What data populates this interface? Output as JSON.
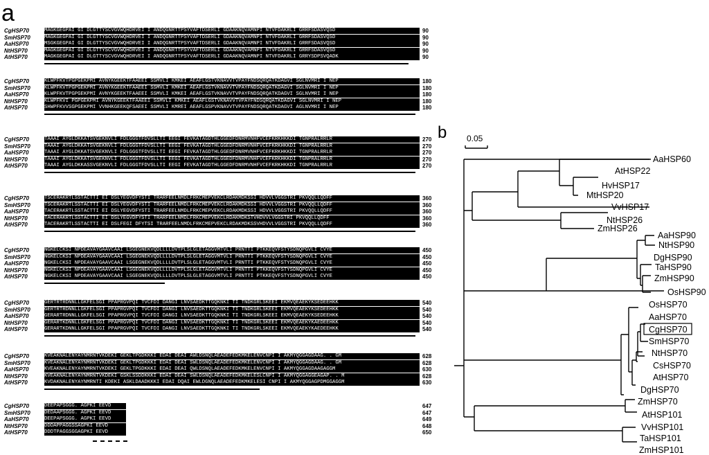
{
  "panels": {
    "a": "a",
    "b": "b"
  },
  "alignment": {
    "blocks": [
      {
        "rows": [
          {
            "name": "CgHSP70",
            "seq": "MAGKGEGPAI GI DLGTTYSCVGVWQHDRVEI I ANDQGNRTTPSYVAFTDSERLI GDAAKNQVAMNPI NTVFDAKRLI GRRFSDASVQSD",
            "num": "90"
          },
          {
            "name": "SmHSP70",
            "seq": "MAGKGEGPAI GI DLGTTYSCVGVWQHDRVEI I ANDQGNRTTPSYVAFTDSERLI GDAAKNQVAMNPI NTVFDAKRLI GRRFSDASVQSD",
            "num": "90"
          },
          {
            "name": "AaHSP70",
            "seq": "MSGKGEGPAI GI DLGTTYSCVGVWQHDRVEI I ANDQGNRTTPSYVAFTDSERLI GDAAKNQVAMNPI NTVFDAKRLI GRRFSDASVQSD",
            "num": "90"
          },
          {
            "name": "NtHSP70",
            "seq": "MAGKGEGPAI GI DLGTTYSCVGVWQHDRVEI I ANDQGNRTTPSYVAFTDSERLI GDAAKNQVAMNPI NTVFDAKRLI GRRFSDASVQSD",
            "num": "90"
          },
          {
            "name": "AtHSP70",
            "seq": "MAGKGEGPAI GI DLGTTYSCVGVWQHDRVEI I ANDQGNRTTPSYVAFTDSERLI GDAAKNQVAMNPI NTVFDAKRLI GRRYSDPSVQADK",
            "num": "90"
          }
        ]
      },
      {
        "rows": [
          {
            "name": "CgHSP70",
            "seq": "KLWPFKVTPGPGEKPMI AVNYKGEEKTFAAEEI SSMVLI KMKEI AEAFLGSTVKNAVVTVPAYFNDSQRQATKDAGVI SGLNVMRI I NEP",
            "num": "180"
          },
          {
            "name": "SmHSP70",
            "seq": "KLWPFKVTPGPGEKPMI AVNYKGEEKTFAAEEI SSMVLI KMKEI AEAFLGSTVKNAVVTVPAYFNDSQRQATKDAGVI SGLNVMRI I NEP",
            "num": "180"
          },
          {
            "name": "AaHSP70",
            "seq": "KLWPFKVTPGPGEKPMI AVNYKGEEKTFAAEEI SSMVLI KMKEI AEAFLGSTVKNAVVTVPAYFNDSQRQATKDAGVI SGLNVMRI I NEP",
            "num": "180"
          },
          {
            "name": "NtHSP70",
            "seq": "KLWPFKVI PGPGEKPMI AVNYKGEEKTFAAEEI SSMVLI KMKEI AEAFLGSTVKNAVVTVPAYFNDSQRQATKDAGVI SGLNVMRI I NEP",
            "num": "180"
          },
          {
            "name": "AtHSP70",
            "seq": "SHWPFKVVSGPGEKPMI VVNHKGEEKQFSAEEI SSMVLI KMREI AEAFLGSPVKNAVVTVPAYFNDSQRQATKDAGVI AGLNVMRI I NEP",
            "num": "180"
          }
        ]
      },
      {
        "rows": [
          {
            "name": "CgHSP70",
            "seq": "TAAAI AYGLDKKATSVGEKNVLI FDLGGGTFDVSLLTI EEGI FEVKATAGDTHLGGEDFDNRMVNHFVCEFKRKHKKDI TGNPRALRRLR",
            "num": "270"
          },
          {
            "name": "SmHSP70",
            "seq": "TAAAI AYGLDKKATSVGEKNVLI FDLGGGTFDVSLLTI EEGI FEVKATAGDTHLGGEDFDNRMVNHFVCEFKRKHKKDI TGNPRALRRLR",
            "num": "270"
          },
          {
            "name": "AaHSP70",
            "seq": "TAAAI AYGLDKKATSVGEKNVLI FDLGGGTFDVSLLTI EEGI FEVKATAGDTHLGGEDFDNRMVNHFVCEFKRKHKKDI TGNPRALRRLR",
            "num": "270"
          },
          {
            "name": "NtHSP70",
            "seq": "TAAAI AYGLDKKATSVGEKNVLI FDLGGGTFDVSLLTI EEGI FEVKATAGDTHLGGEDFDNRMVNHFVCEFKRKHKKDI TGNPRALRRLR",
            "num": "270"
          },
          {
            "name": "AtHSP70",
            "seq": "TAAAI AYGLDKKASSVGEKNVLI FDLGGGTFDVSLLTI EEGI FEVKATAGDTHLGGEDFDNRMVNHFVCEFKRKHKKDI TGNPRALRRLR",
            "num": "270"
          }
        ]
      },
      {
        "rows": [
          {
            "name": "CgHSP70",
            "seq": "TSCERAKRTLSSTACTTI EI DSLYEGVDFYSTI TRARFEELNMDLFRKCMEPVEKCLRDAKMDKSSI HDVVLVGGSTRI PKVQQLLQDFF",
            "num": "360"
          },
          {
            "name": "SmHSP70",
            "seq": "TSCERAKRTLSSTACTTI EI DSLYEGVDFYSTI TRARFEELNMDLFRKCMEPVEKCLRDAKMDKSSI HDVVLVGGSTRI PKVQQLLQDFF",
            "num": "360"
          },
          {
            "name": "AaHSP70",
            "seq": "TACERAKRTLSSTACTTI EI DSLYEGVDFYSTI TRARFEELNMDLFRKCMEPVEKCLRDAKMDKSSI HDVVLVGGSTRI PKVQQLLQDFF",
            "num": "360"
          },
          {
            "name": "NtHSP70",
            "seq": "TACERAKRTLSSTACTTI EI DSLYEGVDFYSTI TRARFEELNMDLFRKCMEPVEKCLRDAKMDKSTVHDVVLVGGSTRI PKVQQLLQDFF",
            "num": "360"
          },
          {
            "name": "AtHSP70",
            "seq": "TACERAKRTLSSTACTTI EI DSLFEGI DFYTSI TRARFEELNMDLFRKCMEPVEKCLRDAKMDKSSVHDVVLVGGSTRI PKVQQLLQDFF",
            "num": "360"
          }
        ]
      },
      {
        "rows": [
          {
            "name": "CgHSP70",
            "seq": "NGKELCKSI NPDEAVAYGAAVCAAI LSGEGNEKVQDLLLLDVTPLSLGLETAGGVMTVLI PRNTTI PTKKEQVFSTYSDNQPGVLI CVYE",
            "num": "450"
          },
          {
            "name": "SmHSP70",
            "seq": "NGKELCKSI NPDEAVAYGAAVCAAI LSGEGNEKVQDLLLLDVTPLSLGLETAGGVMTVLI PRNTTI PTKKEQVFSTYSDNQPGVLI CVYE",
            "num": "450"
          },
          {
            "name": "AaHSP70",
            "seq": "NGKELCKSI NPDEAVAYGAAVCAAI LSGEGNEKVQDLLLLDVTPLSLGLETAGGVMTVLI PRNTTI PTKKEQVFSTYSDNQPGVLI CVYE",
            "num": "450"
          },
          {
            "name": "NtHSP70",
            "seq": "NGKELCKSI NPDEAVAYGAAVCAAI LSGEGNEKVQDLLLLDVTPLSLGLETAGGVMTVLI PRNTTI PTKKEQVFSTYSDNQPGVLI CVYE",
            "num": "450"
          },
          {
            "name": "AtHSP70",
            "seq": "NGKELCKSI NPDEAVAYGAAVCAAI LSGEGNEKVQDLLLLDVTPLSLGLETAGGVMTVLI PRNTTI PTKKEQVFSTYSDNQPGVLI CVYE",
            "num": "450"
          }
        ]
      },
      {
        "rows": [
          {
            "name": "CgHSP70",
            "seq": "GERTRTRDNNLLGKFELSGI PPAPRGVPQI TVCFDI DANGI LNVSAEDKTTGQKNKI TI TNDKGRLSKEEI EKMVQEAEKYKSEDEEHKK",
            "num": "540"
          },
          {
            "name": "SmHSP70",
            "seq": "GERTRTRDNNLLGKFELSGI PPAPRGVPQI TVCFDI DANGI LNVSAEDKTTGQKNKI TI TNDKGRLSKEEI EKMVQEAEKYKSEDEEHKK",
            "num": "540"
          },
          {
            "name": "AaHSP70",
            "seq": "GERARTRDNNLLGKFELSGI PPAPRGVPQI TVCFDI DANGI LNVSAEDKTTGQKNKI TI TNDKGRLSKEEI EKMVQEAEKYKSEDEEHKK",
            "num": "540"
          },
          {
            "name": "NtHSP70",
            "seq": "GERARTKDNNLLGKFELSGI PPAPRGVPQI TVCFDI DANGI LNVSAEDKTTGQKNKI TI TNDKGRLSKEEI EKMVQEAEKYKAEDEEHKK",
            "num": "540"
          },
          {
            "name": "AtHSP70",
            "seq": "GERARTKDNNLLGKFELSGI PPAPRGVPQI TVCFDI DANGI LNVSAEDKTTGQKNKI TI TNDKGRLSKEEI EKMVQEAEKYKAEDEEHKK",
            "num": "540"
          }
        ]
      },
      {
        "rows": [
          {
            "name": "CgHSP70",
            "seq": "KVEAKNALENYAYNMRNTVKDEKI GEKLTPGDKKKI EDAI DEAI AWLDSNQLAEADEFEDKMKELENVCNPI I AKMYQGGAGDAAG. . GM",
            "num": "628"
          },
          {
            "name": "SmHSP70",
            "seq": "KVEAKNALENYAYNMRNTVKDEKI GEKLTPGDKKKI EDAI DEAI SWLDSNQLAEADEFEDKMKELENVCNPI I AKMYQGGAGDAAG. . GM",
            "num": "628"
          },
          {
            "name": "AaHSP70",
            "seq": "KVEAKNALENYAYNMRNTVKDEKI GEKLTPGDKKKI EDAI DEAI QWLDSNQLAEADEFEDKMKELENVCNPI I AKMYQGGAGDAAGAGGM",
            "num": "630"
          },
          {
            "name": "NtHSP70",
            "seq": "KVEAKNALENYAYNMRNTVKDEKI GSKLSSDDKKKI EDAI DEAI SWLDSNQLAEADEFEDKMKELESLCNPI I AKMYQGGAGGEAGAP. . M",
            "num": "628"
          },
          {
            "name": "AtHSP70",
            "seq": "KVDAKNALENYAYNMRNTI KDEKI ASKLDAADKKKI EDAI DQAI EWLDGNQLAEADEFEDKMKELESI CNPI I AKMYQGGAGPDMGGAGGM",
            "num": "630"
          }
        ]
      },
      {
        "rows": [
          {
            "name": "CgHSP70",
            "seq": "DEEPAPSGGG. AGPKI EEVD",
            "num": "647"
          },
          {
            "name": "SmHSP70",
            "seq": "DEDAAPSGGG. AGPKI EEVD",
            "num": "647"
          },
          {
            "name": "AaHSP70",
            "seq": "DEEPAPSGGG. AGPKI EEVD",
            "num": "649"
          },
          {
            "name": "NtHSP70",
            "seq": "DDDAPPAGGSSAGPKI EEVD",
            "num": "648"
          },
          {
            "name": "AtHSP70",
            "seq": "DDDTPAGGSGGAGPKI EEVD",
            "num": "650"
          }
        ]
      }
    ]
  },
  "tree": {
    "scale_label": "0.05",
    "leaves": [
      "AaHSP60",
      "AtHSP22",
      "HvHSP17",
      "MtHSP20",
      "VvHSP17",
      "NtHSP26",
      "ZmHSP26",
      "AaHSP90",
      "NtHSP90",
      "DgHSP90",
      "TaHSP90",
      "ZmHSP90",
      "OsHSP90",
      "OsHSP70",
      "AaHSP70",
      "CgHSP70",
      "SmHSP70",
      "NtHSP70",
      "CsHSP70",
      "AtHSP70",
      "DgHSP70",
      "ZmHSP70",
      "AtHSP101",
      "VvHSP101",
      "TaHSP101",
      "ZmHSP101"
    ],
    "highlighted": "CgHSP70"
  }
}
